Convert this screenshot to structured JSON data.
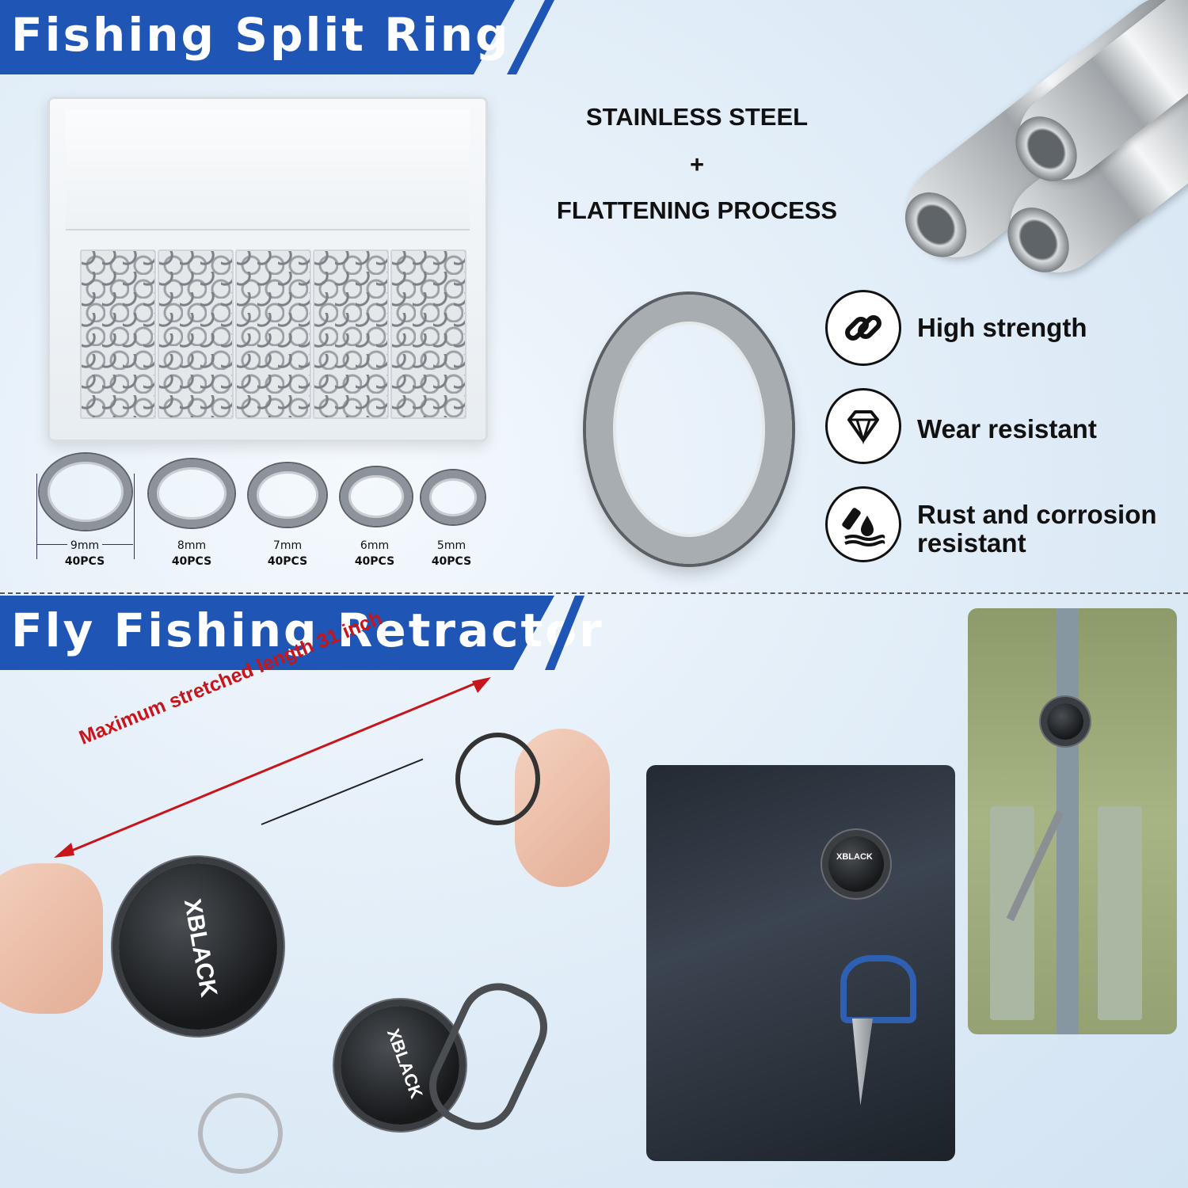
{
  "section1": {
    "title": "Fishing Split Ring"
  },
  "section2": {
    "title": "Fly Fishing Retractor"
  },
  "material": {
    "line1": "STAINLESS STEEL",
    "plus": "+",
    "line2": "FLATTENING PROCESS"
  },
  "sizes": [
    {
      "size": "9mm",
      "qty": "40PCS"
    },
    {
      "size": "8mm",
      "qty": "40PCS"
    },
    {
      "size": "7mm",
      "qty": "40PCS"
    },
    {
      "size": "6mm",
      "qty": "40PCS"
    },
    {
      "size": "5mm",
      "qty": "40PCS"
    }
  ],
  "features": [
    {
      "label": "High strength",
      "icon": "chain-link-icon"
    },
    {
      "label": "Wear resistant",
      "icon": "diamond-icon"
    },
    {
      "label": "Rust and corrosion resistant",
      "icon": "rust-drop-icon"
    }
  ],
  "retractor": {
    "stretch_label": "Maximum stretched length 31 inch",
    "brand": "XBLACK"
  },
  "colors": {
    "banner": "#1f55b4",
    "arrow": "#c8141b"
  }
}
